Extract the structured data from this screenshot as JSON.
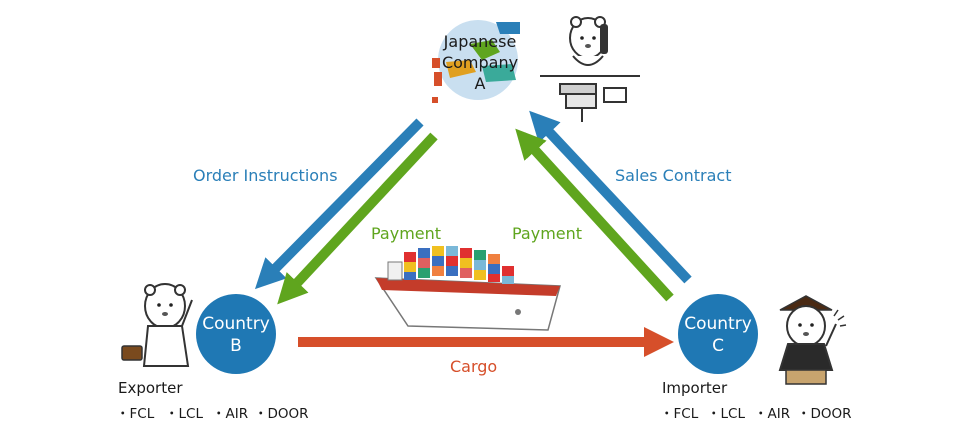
{
  "company": {
    "line1": "Japanese",
    "line2": "Company",
    "line3": "A"
  },
  "country_b": {
    "line1": "Country",
    "line2": "B"
  },
  "country_c": {
    "line1": "Country",
    "line2": "C"
  },
  "flows": {
    "order_instructions": "Order Instructions",
    "sales_contract": "Sales Contract",
    "payment_left": "Payment",
    "payment_right": "Payment",
    "cargo": "Cargo"
  },
  "exporter": {
    "title": "Exporter",
    "services": [
      "・FCL",
      "・LCL",
      "・AIR",
      "・DOOR"
    ]
  },
  "importer": {
    "title": "Importer",
    "services": [
      "・FCL",
      "・LCL",
      "・AIR",
      "・DOOR"
    ]
  },
  "colors": {
    "blue": "#2a7fb8",
    "green": "#5fa51e",
    "red": "#d64f2a",
    "circle": "#1f78b4"
  },
  "icons": [
    "japan-map-icon",
    "bear-office-icon",
    "bear-exporter-icon",
    "bear-importer-icon",
    "container-ship-icon"
  ]
}
